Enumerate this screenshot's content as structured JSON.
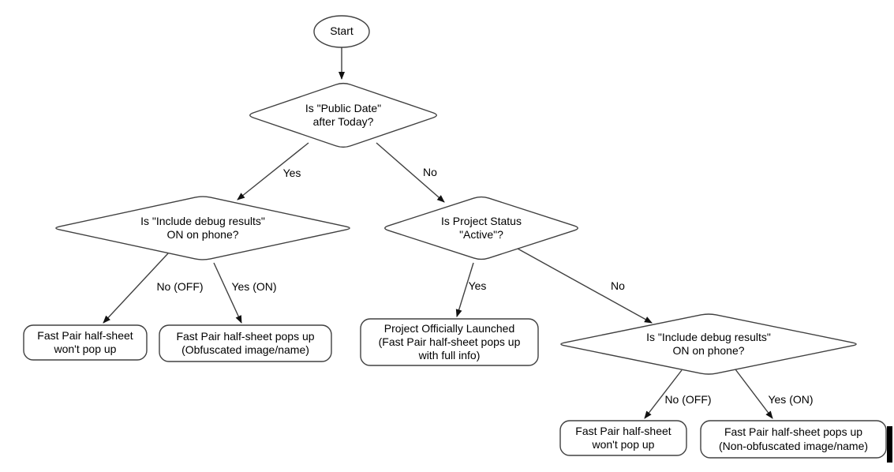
{
  "flowchart": {
    "nodes": {
      "start": {
        "label": "Start"
      },
      "public_date": {
        "label": "Is \"Public Date\"\nafter Today?"
      },
      "debug_left": {
        "label": "Is \"Include debug results\"\nON on phone?"
      },
      "project_status": {
        "label": "Is Project Status\n\"Active\"?"
      },
      "debug_right": {
        "label": "Is \"Include debug results\"\nON on phone?"
      },
      "no_popup_left": {
        "label": "Fast Pair half-sheet\nwon't pop up"
      },
      "obfuscated_popup": {
        "label": "Fast Pair half-sheet pops up\n(Obfuscated image/name)"
      },
      "launched": {
        "label": "Project Officially Launched\n(Fast Pair half-sheet pops up\nwith full info)"
      },
      "no_popup_right": {
        "label": "Fast Pair half-sheet\nwon't pop up"
      },
      "non_obfuscated_popup": {
        "label": "Fast Pair half-sheet pops up\n(Non-obfuscated image/name)"
      }
    },
    "edge_labels": {
      "public_date_yes": "Yes",
      "public_date_no": "No",
      "debug_left_no": "No (OFF)",
      "debug_left_yes": "Yes (ON)",
      "project_status_yes": "Yes",
      "project_status_no": "No",
      "debug_right_no": "No (OFF)",
      "debug_right_yes": "Yes (ON)"
    },
    "colors": {
      "stroke": "#404040",
      "arrow": "#111111",
      "text": "#000000",
      "background": "#ffffff",
      "cursor": "#000000"
    }
  }
}
